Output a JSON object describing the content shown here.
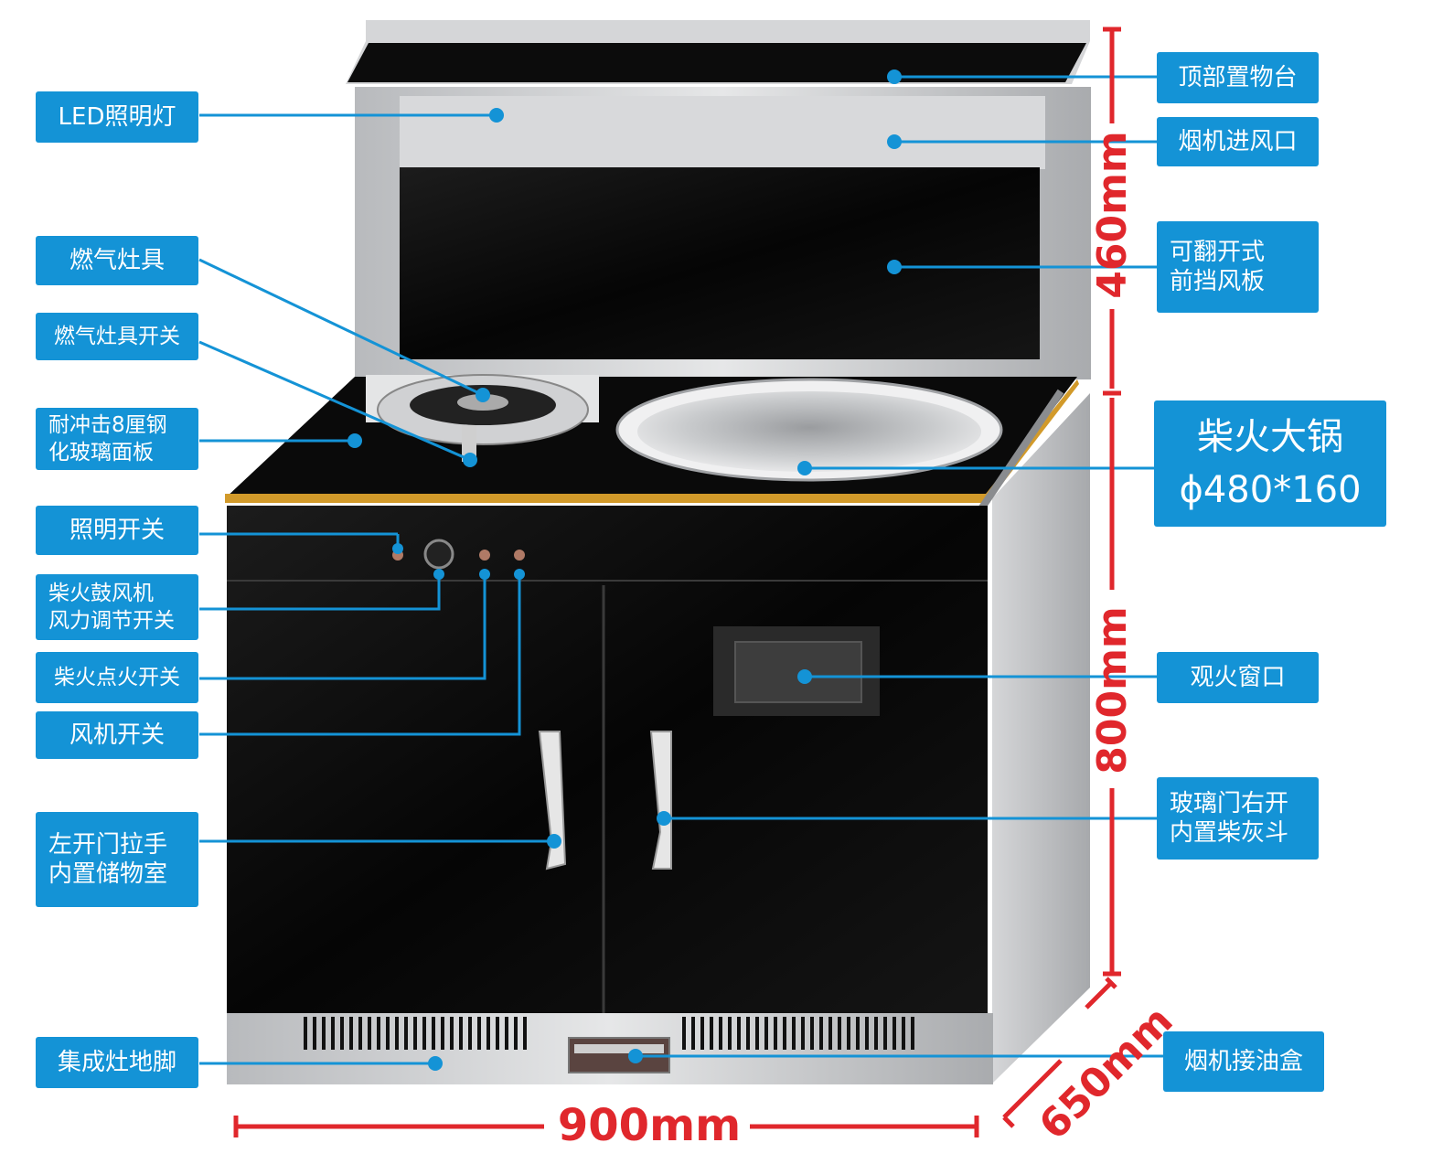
{
  "labels_left": {
    "led_light": "LED照明灯",
    "gas_stove": "燃气灶具",
    "gas_stove_switch": "燃气灶具开关",
    "glass_panel": [
      "耐冲击8厘钢",
      "化玻璃面板"
    ],
    "light_switch": "照明开关",
    "blower_adjust": [
      "柴火鼓风机",
      "风力调节开关"
    ],
    "ignition_switch": "柴火点火开关",
    "fan_switch": "风机开关",
    "left_door": [
      "左开门拉手",
      "内置储物室"
    ],
    "base_feet": "集成灶地脚"
  },
  "labels_right": {
    "top_shelf": "顶部置物台",
    "hood_inlet": "烟机进风口",
    "baffle": [
      "可翻开式",
      "前挡风板"
    ],
    "big_wok": [
      "柴火大锅",
      "ϕ480*160"
    ],
    "fire_window": "观火窗口",
    "right_door": [
      "玻璃门右开",
      "内置柴灰斗"
    ],
    "oil_box": "烟机接油盒"
  },
  "dimensions": {
    "upper_height": "460mm",
    "cabinet_height": "800mm",
    "width": "900mm",
    "depth": "650mm"
  },
  "colors": {
    "label_bg": "#1493d6",
    "dimension": "#e0272c",
    "cabinet_black": "#0a0a0a",
    "steel": "#c9cbcd"
  }
}
